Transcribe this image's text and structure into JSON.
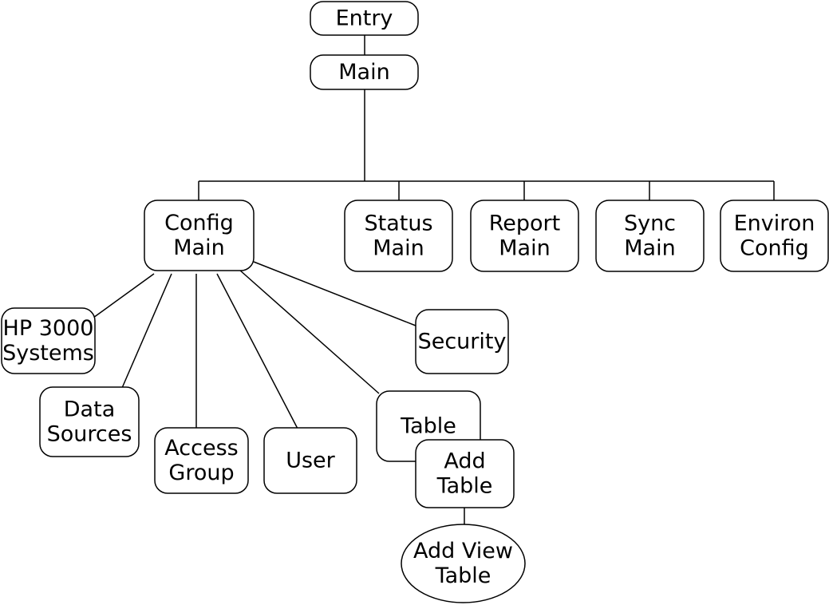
{
  "diagram": {
    "nodes": {
      "entry": {
        "lines": [
          "Entry"
        ]
      },
      "main": {
        "lines": [
          "Main"
        ]
      },
      "config_main": {
        "lines": [
          "Config",
          "Main"
        ]
      },
      "status_main": {
        "lines": [
          "Status",
          "Main"
        ]
      },
      "report_main": {
        "lines": [
          "Report",
          "Main"
        ]
      },
      "sync_main": {
        "lines": [
          "Sync",
          "Main"
        ]
      },
      "environ_config": {
        "lines": [
          "Environ",
          "Config"
        ]
      },
      "hp3000_systems": {
        "lines": [
          "HP 3000",
          "Systems"
        ]
      },
      "data_sources": {
        "lines": [
          "Data",
          "Sources"
        ]
      },
      "access_group": {
        "lines": [
          "Access",
          "Group"
        ]
      },
      "user": {
        "lines": [
          "User"
        ]
      },
      "table": {
        "lines": [
          "Table"
        ]
      },
      "security": {
        "lines": [
          "Security"
        ]
      },
      "add_table": {
        "lines": [
          "Add",
          "Table"
        ]
      },
      "add_view_table": {
        "lines": [
          "Add View",
          "Table"
        ]
      }
    }
  }
}
